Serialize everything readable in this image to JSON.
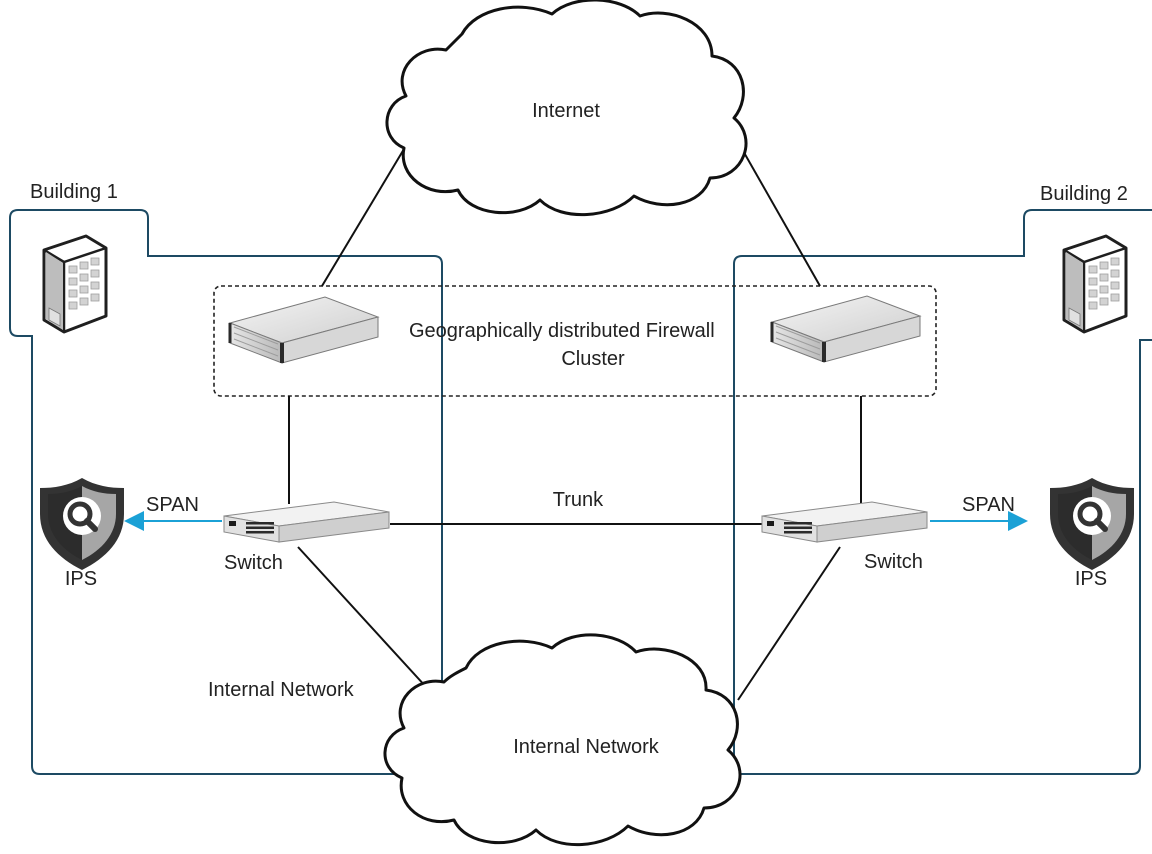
{
  "labels": {
    "internet": "Internet",
    "building1": "Building 1",
    "building2": "Building 2",
    "cluster_line1": "Geographically distributed Firewall",
    "cluster_line2": "Cluster",
    "span_left": "SPAN",
    "span_right": "SPAN",
    "ips_left": "IPS",
    "ips_right": "IPS",
    "switch_left": "Switch",
    "switch_right": "Switch",
    "trunk": "Trunk",
    "internal_network_line": "Internal Network",
    "internal_network_cloud": "Internal Network"
  },
  "colors": {
    "building_border": "#1d4a63",
    "link": "#111111",
    "span_arrow": "#1ba1d6",
    "cluster_border": "#222222",
    "shield_dark": "#333333",
    "shield_light": "#9a9a9a"
  },
  "icons": {
    "building": "office-building-icon",
    "firewall": "rack-server-icon",
    "switch": "network-switch-icon",
    "ips": "shield-magnifier-icon",
    "cloud": "cloud-icon"
  }
}
